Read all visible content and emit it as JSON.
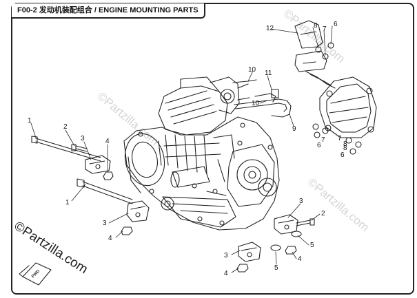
{
  "title": "F00-2 发动机装配组合 / ENGINE MOUNTING PARTS",
  "watermark": "©Partzilla.com",
  "watermark_faint": "©Partzilla.com",
  "fwd_label": "FWD",
  "callouts": {
    "c1a": "1",
    "c1b": "1",
    "c2a": "2",
    "c2b": "2",
    "c3a": "3",
    "c3b": "3",
    "c3c": "3",
    "c3d": "3",
    "c4a": "4",
    "c4b": "4",
    "c4c": "4",
    "c4d": "4",
    "c5a": "5",
    "c5b": "5",
    "c6a": "6",
    "c6b": "6",
    "c6c": "6",
    "c7a": "7",
    "c7b": "7",
    "c7c": "7",
    "c8a": "8",
    "c8b": "8",
    "c8c": "8",
    "c9": "9",
    "c10a": "10",
    "c10b": "10",
    "c11": "11",
    "c12": "12"
  },
  "colors": {
    "line": "#222222",
    "frame": "#222222",
    "watermark_faint": "#d4d4d4"
  }
}
